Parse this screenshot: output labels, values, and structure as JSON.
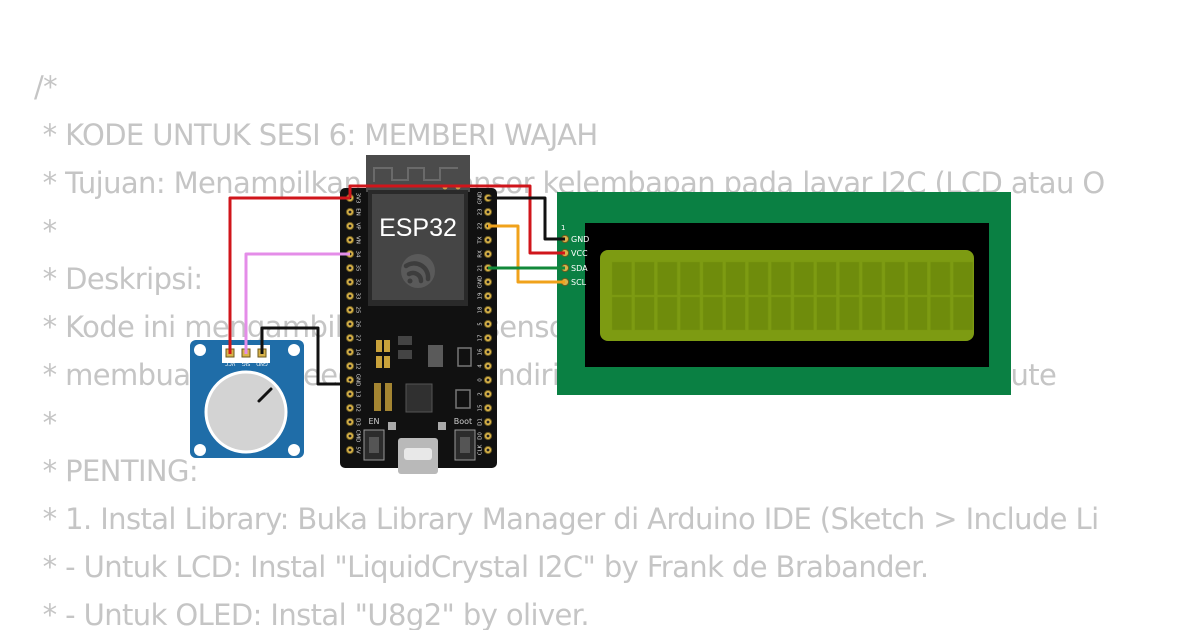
{
  "code_comment": {
    "lines": [
      "/*",
      " * KODE UNTUK SESI 6: MEMBERI WAJAH",
      " * Tujuan: Menampilkan data sensor kelembapan pada layar I2C (LCD atau O",
      " *",
      " * Deskripsi:",
      " * Kode ini mengambil data dari sensor dan menampilkannya di layar,",
      " * membuat Plant Feeder kita mandiri tanpa perlu terhubung ke kompute",
      " *",
      " * PENTING:",
      " * 1. Instal Library: Buka Library Manager di Arduino IDE (Sketch > Include Li",
      " * - Untuk LCD: Instal \"LiquidCrystal I2C\" by Frank de Brabander.",
      " * - Untuk OLED: Instal \"U8g2\" by oliver."
    ]
  },
  "esp32": {
    "label": "ESP32",
    "left_pins": [
      "3V3",
      "EN",
      "VP",
      "VN",
      "34",
      "35",
      "32",
      "33",
      "25",
      "26",
      "27",
      "14",
      "12",
      "GND",
      "13",
      "D2",
      "D3",
      "CMD",
      "5V"
    ],
    "right_pins": [
      "GND",
      "23",
      "22",
      "TX",
      "RX",
      "21",
      "GND",
      "19",
      "18",
      "5",
      "17",
      "16",
      "4",
      "0",
      "2",
      "15",
      "D1",
      "D0",
      "CLK"
    ],
    "en_button": "EN",
    "boot_button": "Boot"
  },
  "potentiometer": {
    "pins": [
      "VCC",
      "SIG",
      "GND"
    ]
  },
  "lcd": {
    "pin_index": "1",
    "pins": [
      "GND",
      "VCC",
      "SDA",
      "SCL"
    ],
    "columns": 16,
    "rows": 2
  },
  "colors": {
    "wire_power": "#d0151b",
    "wire_ground": "#111111",
    "wire_signal": "#e48de8",
    "wire_sda": "#12893a",
    "wire_scl": "#f0a21b",
    "lcd_pcb": "#0a8043",
    "lcd_screen": "#7d9b12",
    "pot_pcb": "#1f6da8",
    "esp32_board": "#111111"
  }
}
